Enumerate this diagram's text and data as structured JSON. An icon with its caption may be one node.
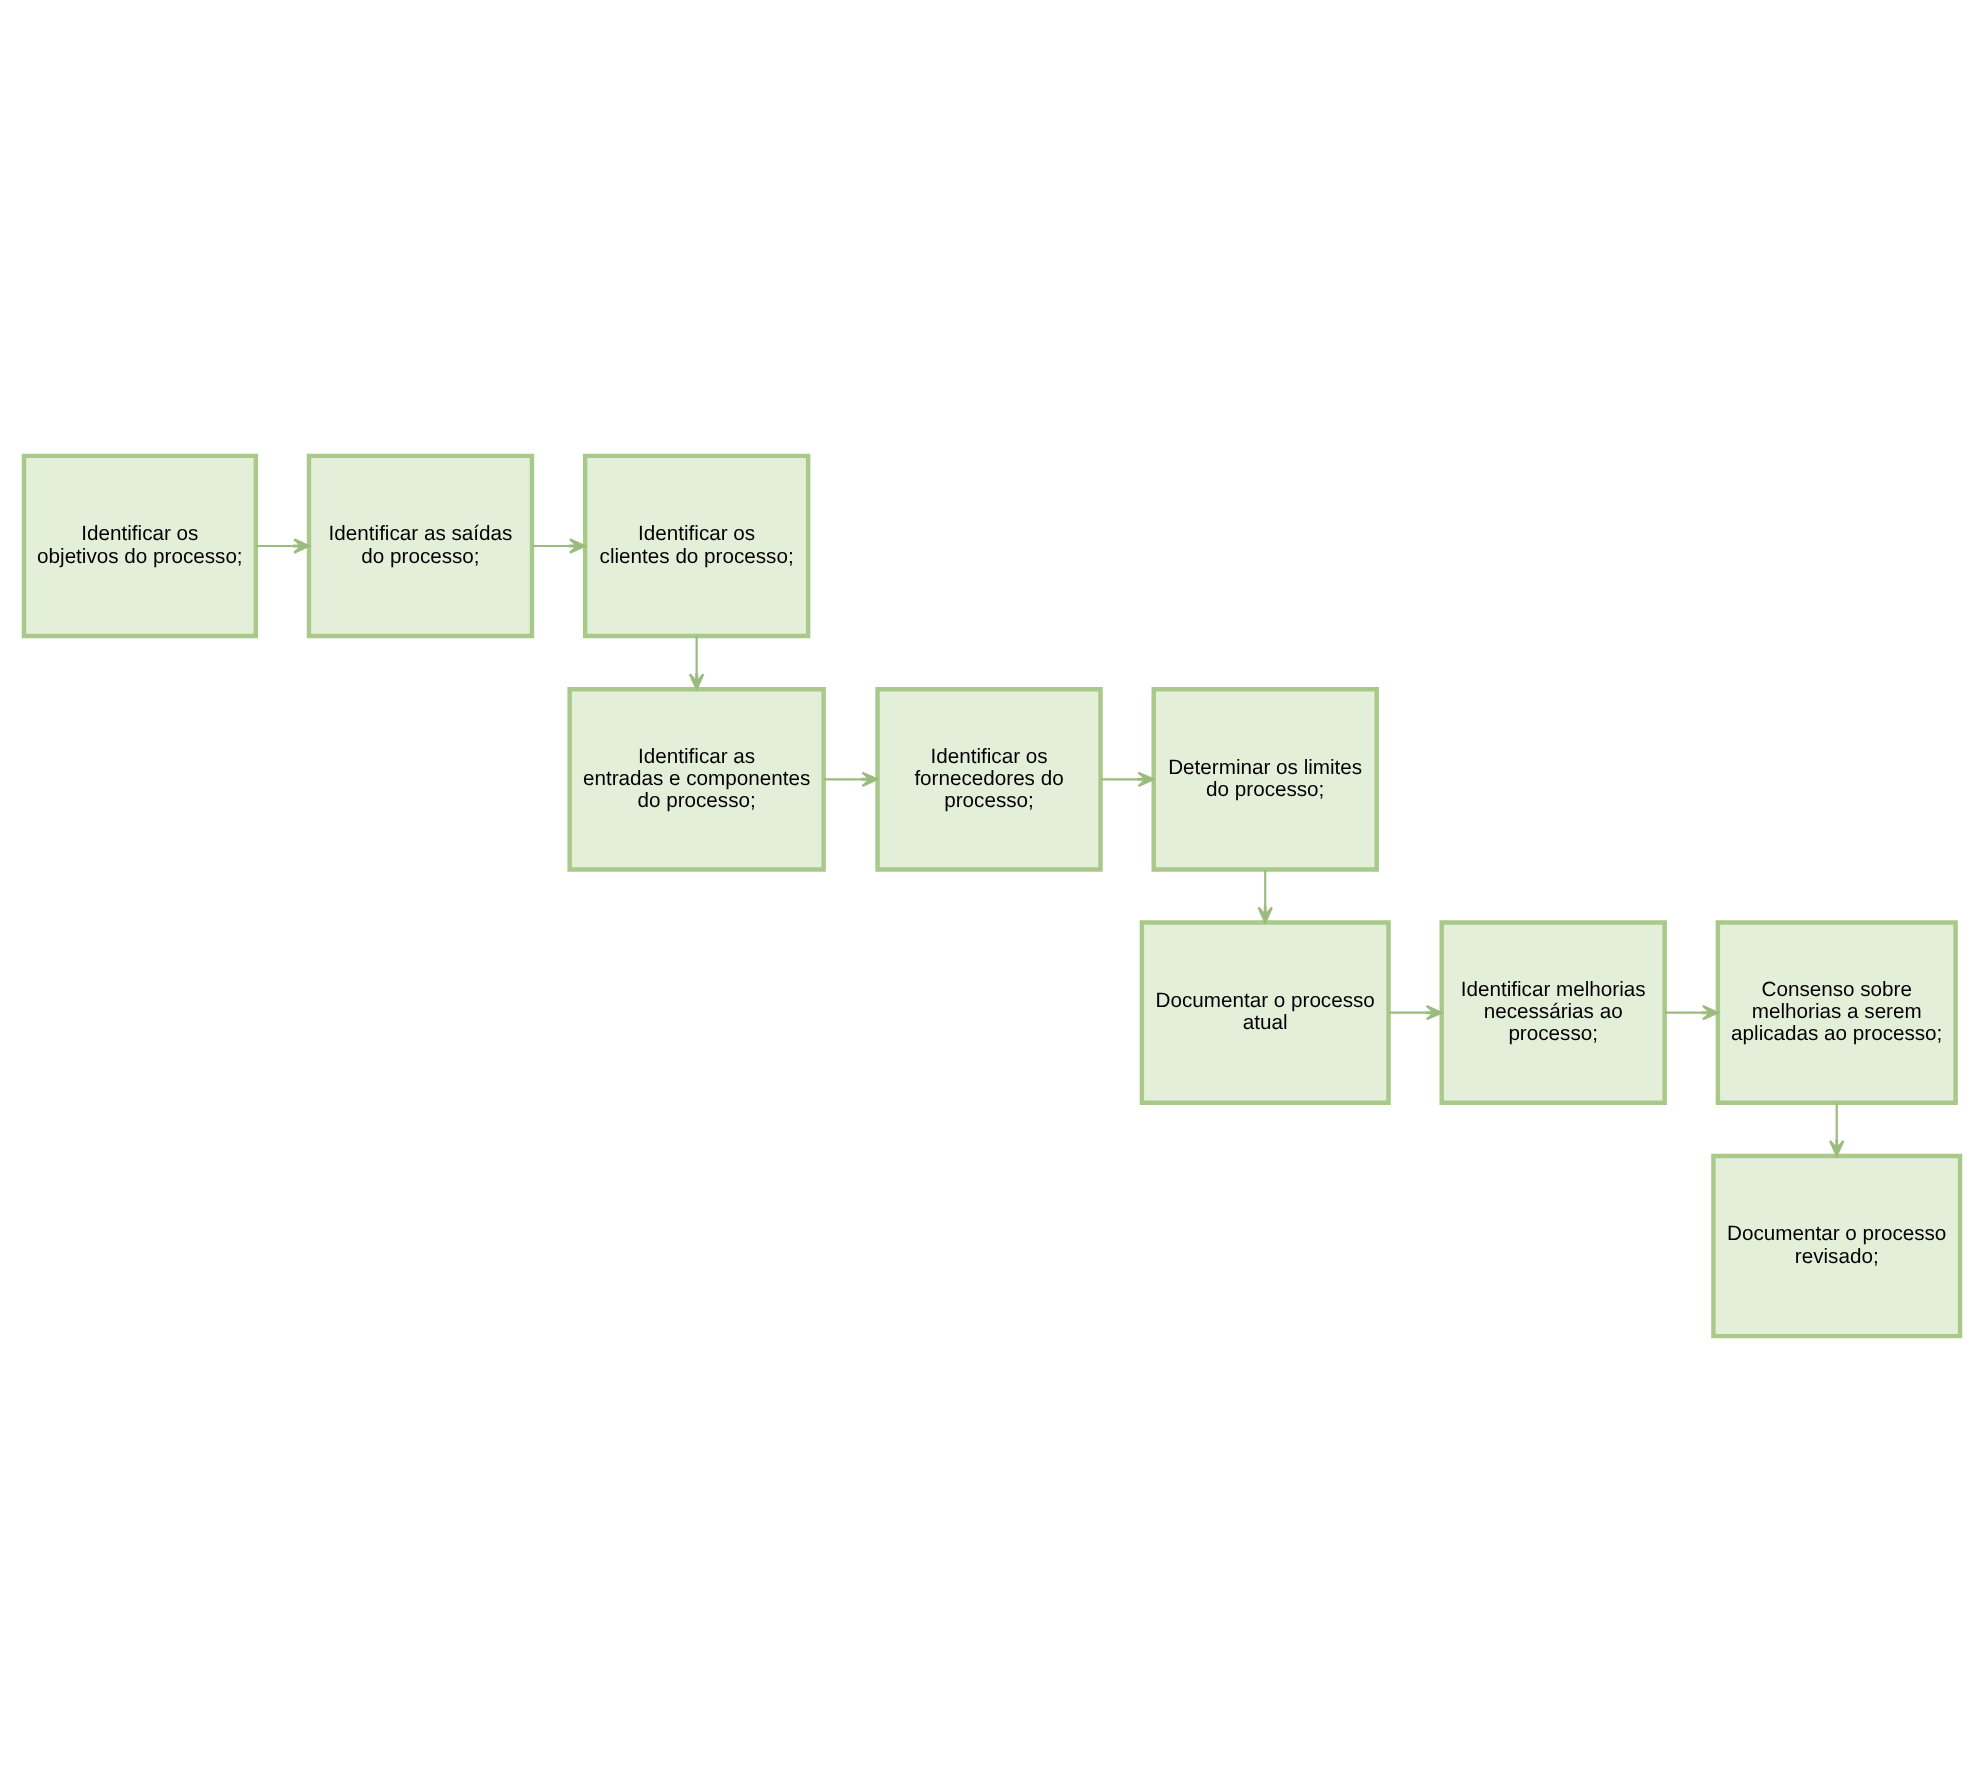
{
  "diagram": {
    "nodes": [
      {
        "text": [
          "Identificar os objetivos do processo;"
        ]
      },
      {
        "text": [
          "Identificar as saídas do processo;"
        ]
      },
      {
        "text": [
          "Identificar os clientes do processo;"
        ]
      },
      {
        "text": [
          "Identificar as entradas e componentes do processo;"
        ]
      },
      {
        "text": [
          "Identificar os fornecedores do processo;"
        ]
      },
      {
        "text": [
          "Determinar os limites do processo;"
        ]
      },
      {
        "text": [
          "Documentar o processo atual"
        ]
      },
      {
        "text": [
          "Identificar melhorias necessárias ao processo;"
        ]
      },
      {
        "text": [
          "Consenso sobre melhorias a serem aplicadas ao processo;"
        ]
      },
      {
        "text": [
          "Documentar o processo revisado;"
        ]
      }
    ],
    "edges": [
      {
        "from": 0,
        "to": 1,
        "arrow": "to"
      },
      {
        "from": 1,
        "to": 2,
        "arrow": "to"
      },
      {
        "from": 2,
        "to": 3,
        "arrow": "to"
      },
      {
        "from": 3,
        "to": 4,
        "arrow": "to"
      },
      {
        "from": 4,
        "to": 5,
        "arrow": "to"
      },
      {
        "from": 5,
        "to": 6,
        "arrow": "to"
      },
      {
        "from": 6,
        "to": 7,
        "arrow": "to"
      },
      {
        "from": 7,
        "to": 8,
        "arrow": "to"
      },
      {
        "from": 8,
        "to": 9,
        "arrow": "to"
      }
    ]
  }
}
